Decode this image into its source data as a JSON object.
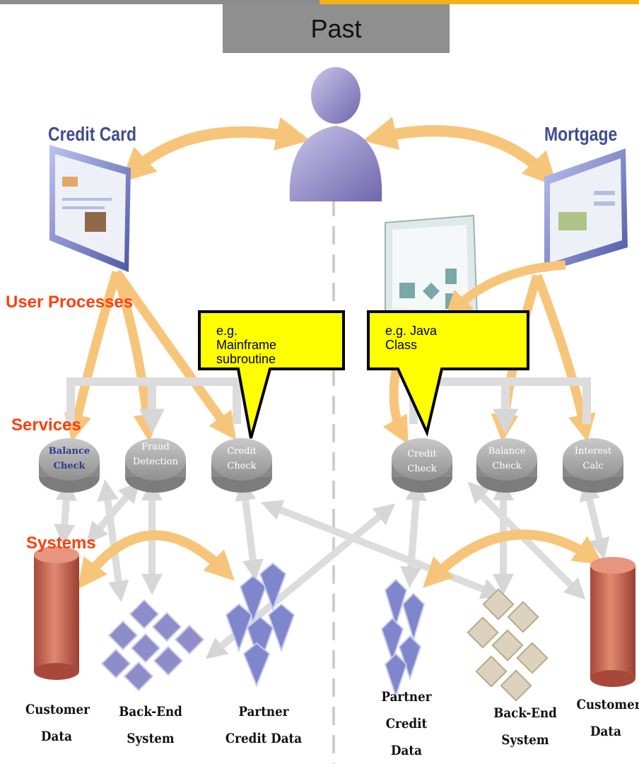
{
  "header": {
    "title": "Past"
  },
  "panels": {
    "left_title": "Credit Card",
    "right_title": "Mortgage"
  },
  "layers": {
    "user_processes": "User Processes",
    "services": "Services",
    "systems": "Systems"
  },
  "callouts": {
    "mainframe": {
      "line1": "e.g.",
      "line2": "Mainframe",
      "line3": "subroutine"
    },
    "java": {
      "line1": "e.g. Java",
      "line2": "Class"
    }
  },
  "services": {
    "left": [
      {
        "line1": "Balance",
        "line2": "Check"
      },
      {
        "line1": "Fraud",
        "line2": "Detection"
      },
      {
        "line1": "Credit",
        "line2": "Check"
      }
    ],
    "right": [
      {
        "line1": "Credit",
        "line2": "Check"
      },
      {
        "line1": "Balance",
        "line2": "Check"
      },
      {
        "line1": "Interest",
        "line2": "Calc"
      }
    ]
  },
  "systems": {
    "left": {
      "customer_data": {
        "line1": "Customer",
        "line2": "Data"
      },
      "backend": {
        "line1": "Back-End",
        "line2": "System"
      },
      "partner": {
        "line1": "Partner",
        "line2": "Credit Data"
      }
    },
    "right": {
      "partner": {
        "line1": "Partner",
        "line2": "Credit",
        "line3": "Data"
      },
      "backend": {
        "line1": "Back-End",
        "line2": "System"
      },
      "customer_data": {
        "line1": "Customer",
        "line2": "Data"
      }
    }
  },
  "colors": {
    "arrow_orange": "#f7c57a",
    "arrow_gray": "#d9d9d9",
    "callout_yellow": "#ffff00",
    "layer_label": "#ff3f0a",
    "panel_title": "#3f4d8c",
    "person": "#8e86c4",
    "cylinder": "#c0604a",
    "cubes_purple": "#8e8cc9",
    "cubes_beige": "#ddd2bd"
  }
}
